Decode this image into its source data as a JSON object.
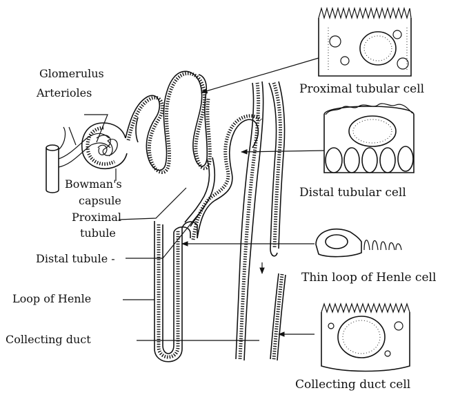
{
  "labels": {
    "glomerulus": "Glomerulus",
    "arterioles": "Arterioles",
    "bowmans_capsule_line1": "Bowman's",
    "bowmans_capsule_line2": "capsule",
    "proximal_tubule_line1": "Proximal",
    "proximal_tubule_line2": "tubule",
    "distal_tubule": "Distal tubule -",
    "loop_of_henle": "Loop of Henle",
    "collecting_duct": "Collecting duct"
  },
  "cell_captions": {
    "proximal_tubular_cell": "Proximal tubular cell",
    "distal_tubular_cell": "Distal tubular cell",
    "thin_loop_of_henle_cell": "Thin loop of Henle cell",
    "collecting_duct_cell": "Collecting duct cell"
  },
  "colors": {
    "ink": "#111111",
    "background": "#ffffff"
  }
}
